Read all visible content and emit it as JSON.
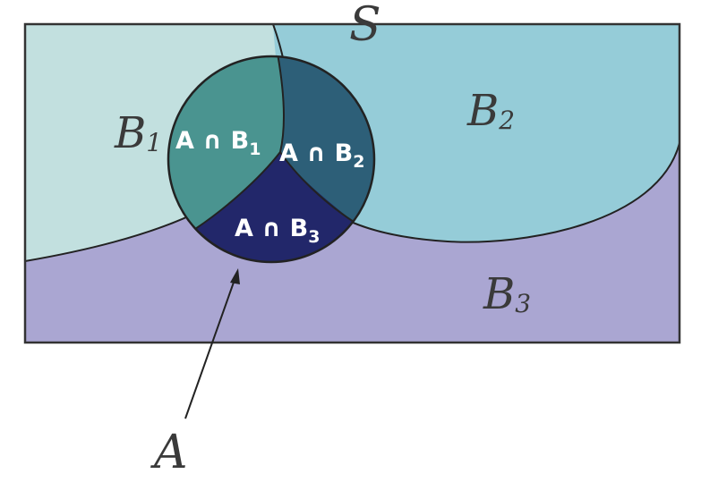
{
  "labels": {
    "sample_space": "S",
    "b1": "B",
    "b1_sub": "1",
    "b2": "B",
    "b2_sub": "2",
    "b3": "B",
    "b3_sub": "3",
    "event_a": "A",
    "a_and_b1": "A ∩ B",
    "a_and_b1_sub": "1",
    "a_and_b2": "A ∩ B",
    "a_and_b2_sub": "2",
    "a_and_b3": "A ∩ B",
    "a_and_b3_sub": "3"
  },
  "colors": {
    "b1": "#c2e0df",
    "b2": "#95ccd8",
    "b3": "#aaa6d2",
    "a_and_b1": "#4a9490",
    "a_and_b2": "#2d5f78",
    "a_and_b3": "#22276a",
    "edge": "#222222"
  }
}
